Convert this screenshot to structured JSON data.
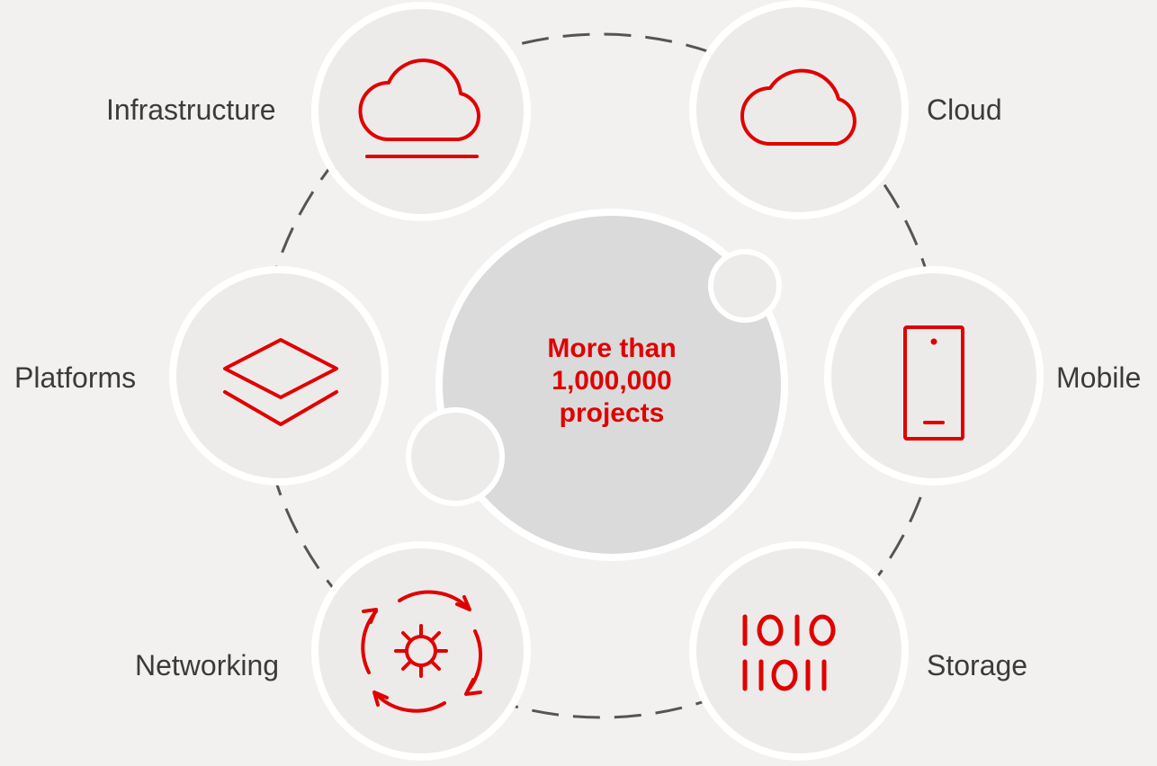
{
  "center": {
    "lines": [
      "More than",
      "1,000,000",
      "projects"
    ]
  },
  "nodes": [
    {
      "id": "infrastructure",
      "label": "Infrastructure",
      "icon": "cloud-infrastructure-icon"
    },
    {
      "id": "cloud",
      "label": "Cloud",
      "icon": "cloud-icon"
    },
    {
      "id": "mobile",
      "label": "Mobile",
      "icon": "mobile-phone-icon"
    },
    {
      "id": "storage",
      "label": "Storage",
      "icon": "binary-data-icon"
    },
    {
      "id": "networking",
      "label": "Networking",
      "icon": "networking-gear-icon"
    },
    {
      "id": "platforms",
      "label": "Platforms",
      "icon": "stacked-layers-icon"
    }
  ],
  "colors": {
    "background": "#f2f1ef",
    "node_fill": "#ecebea",
    "center_fill": "#dadada",
    "accent": "#e10000",
    "ring_dash": "#555555",
    "label": "#3b3b3b"
  }
}
